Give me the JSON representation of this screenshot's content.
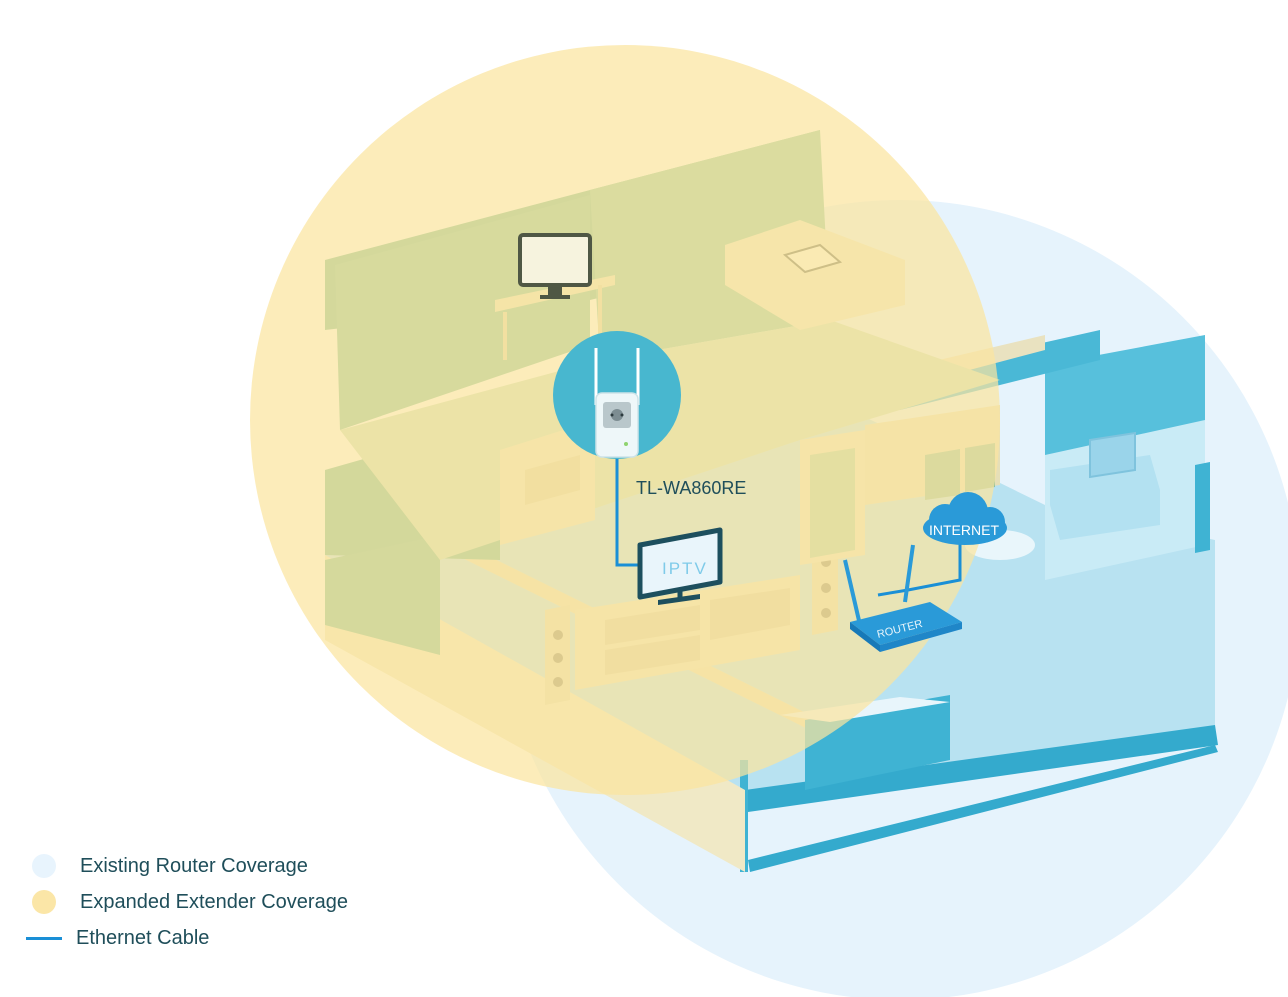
{
  "labels": {
    "extender": "TL-WA860RE",
    "tv": "IPTV",
    "internet": "INTERNET",
    "router": "ROUTER"
  },
  "legend": [
    {
      "label": "Existing Router Coverage",
      "kind": "circle",
      "color": "#e8f4fd"
    },
    {
      "label": "Expanded Extender Coverage",
      "kind": "circle",
      "color": "#fbe6a7"
    },
    {
      "label": "Ethernet Cable",
      "kind": "line",
      "color": "#1a8fd6"
    }
  ],
  "colors": {
    "router_coverage": "#e6f3fc",
    "extender_coverage": "#fbe8b0",
    "floor": "#b7e1f0",
    "wall_teal": "#3fb3d3",
    "room_green": "#6db68f",
    "accent_blue": "#1a8fd6",
    "dark_outline": "#1d4f5e",
    "extender_badge": "#48b7cf"
  },
  "icons": [
    "extender-device-icon",
    "tv-icon",
    "cloud-icon",
    "router-icon",
    "monitor-icon",
    "tablet-icon"
  ]
}
